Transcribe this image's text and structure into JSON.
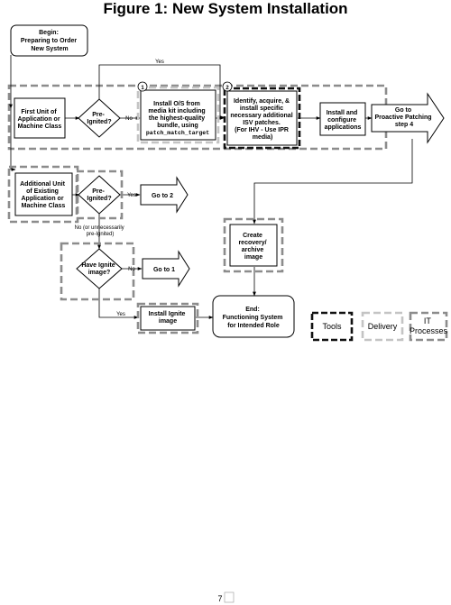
{
  "title": "Figure 1: New System Installation",
  "nodes": {
    "begin": [
      "Begin:",
      "Preparing to Order",
      "New System"
    ],
    "first_unit": [
      "First Unit of",
      "Application or",
      "Machine Class"
    ],
    "pre_ignited_1": [
      "Pre-",
      "Ignited?"
    ],
    "install_os": [
      "Install O/S from",
      "media kit including",
      "the highest-quality",
      "bundle, using"
    ],
    "install_os_code": "patch_match_target",
    "identify": [
      "Identify, acquire, &",
      "install specific",
      "necessary additional",
      "ISV patches.",
      "(For IHV - Use IPR",
      "media)"
    ],
    "install_configure": [
      "Install and",
      "configure",
      "applications"
    ],
    "proactive": [
      "Go to",
      "Proactive Patching",
      "step 4"
    ],
    "additional_unit": [
      "Additional Unit",
      "of Existing",
      "Application or",
      "Machine Class"
    ],
    "pre_ignited_2": [
      "Pre-",
      "Ignited?"
    ],
    "go_to_2": "Go to 2",
    "have_ignite": [
      "Have Ignite",
      "image?"
    ],
    "go_to_1": "Go to 1",
    "install_ignite": [
      "Install Ignite",
      "image"
    ],
    "create_recovery": [
      "Create",
      "recovery/",
      "archive",
      "image"
    ],
    "end": [
      "End:",
      "Functioning System",
      "for Intended Role"
    ]
  },
  "edge_labels": {
    "yes_top": "Yes",
    "no_1": "No",
    "yes_2": "Yes",
    "no_unnecessary": [
      "No (or unnecessarily",
      "pre-Ignited)"
    ],
    "no_3": "No",
    "yes_3": "Yes"
  },
  "markers": {
    "step1": "1",
    "step2": "2"
  },
  "legend": {
    "tools": "Tools",
    "delivery": "Delivery",
    "it_processes": [
      "IT",
      "Processes"
    ]
  },
  "page_number": "7"
}
